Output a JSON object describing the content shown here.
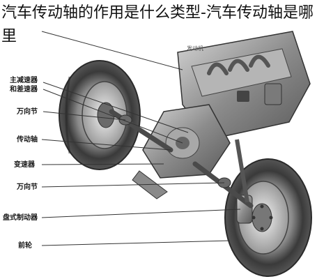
{
  "page": {
    "title": "汽车传动轴的作用是什么类型-汽车传动轴是哪里"
  },
  "diagram": {
    "labels": [
      "主减速器",
      "和差速器",
      "万向节",
      "传动轴",
      "变速器",
      "万向节",
      "盘式制动器",
      "前轮",
      "发动机"
    ]
  },
  "colors": {
    "tire": "#3c3c3c",
    "metal": "#9a9a9a",
    "background": "#ffffff",
    "text": "#111111"
  }
}
